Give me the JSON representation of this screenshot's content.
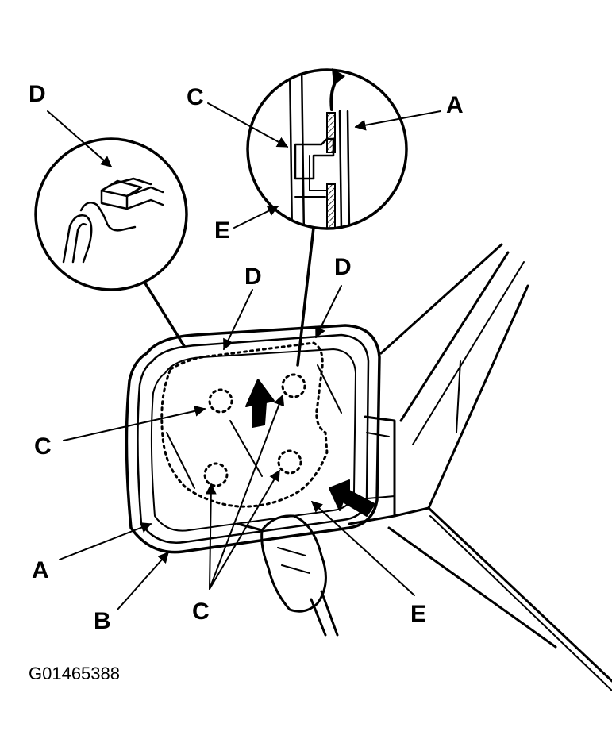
{
  "labels": {
    "a": "A",
    "b": "B",
    "c": "C",
    "d": "D",
    "e": "E"
  },
  "figure_id": "G01465388"
}
